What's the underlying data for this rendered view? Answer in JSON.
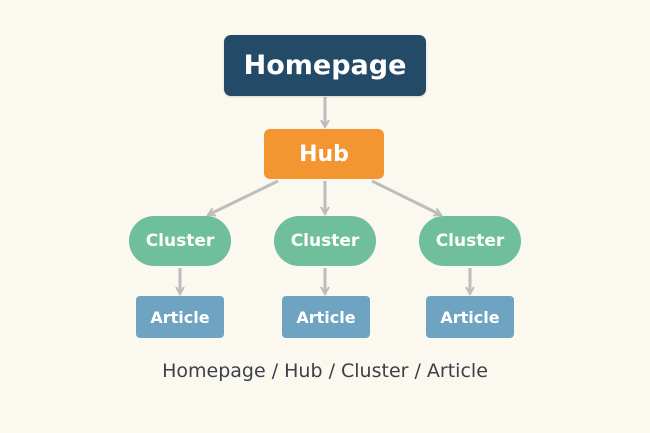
{
  "nodes": {
    "homepage": "Homepage",
    "hub": "Hub",
    "clusters": [
      "Cluster",
      "Cluster",
      "Cluster"
    ],
    "articles": [
      "Article",
      "Article",
      "Article"
    ]
  },
  "caption": "Homepage / Hub / Cluster / Article",
  "colors": {
    "background": "#fbf8f0",
    "homepage": "#234a66",
    "hub": "#f39530",
    "cluster": "#6fbf9c",
    "article": "#6ea3c2",
    "connector": "#bdbdbd"
  }
}
